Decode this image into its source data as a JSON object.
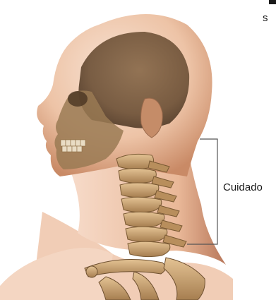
{
  "figure": {
    "callout_label": "Cuidado",
    "corner_text": "s"
  },
  "colors": {
    "skin_light": "#f6d9c6",
    "skin_mid": "#e7b393",
    "skin_shadow": "#c98a66",
    "bone": "#c9a370",
    "bone_dark": "#8c6a42",
    "bracket": "#555555"
  },
  "icons": {
    "figure": "head-neck-skeleton-illustration"
  }
}
